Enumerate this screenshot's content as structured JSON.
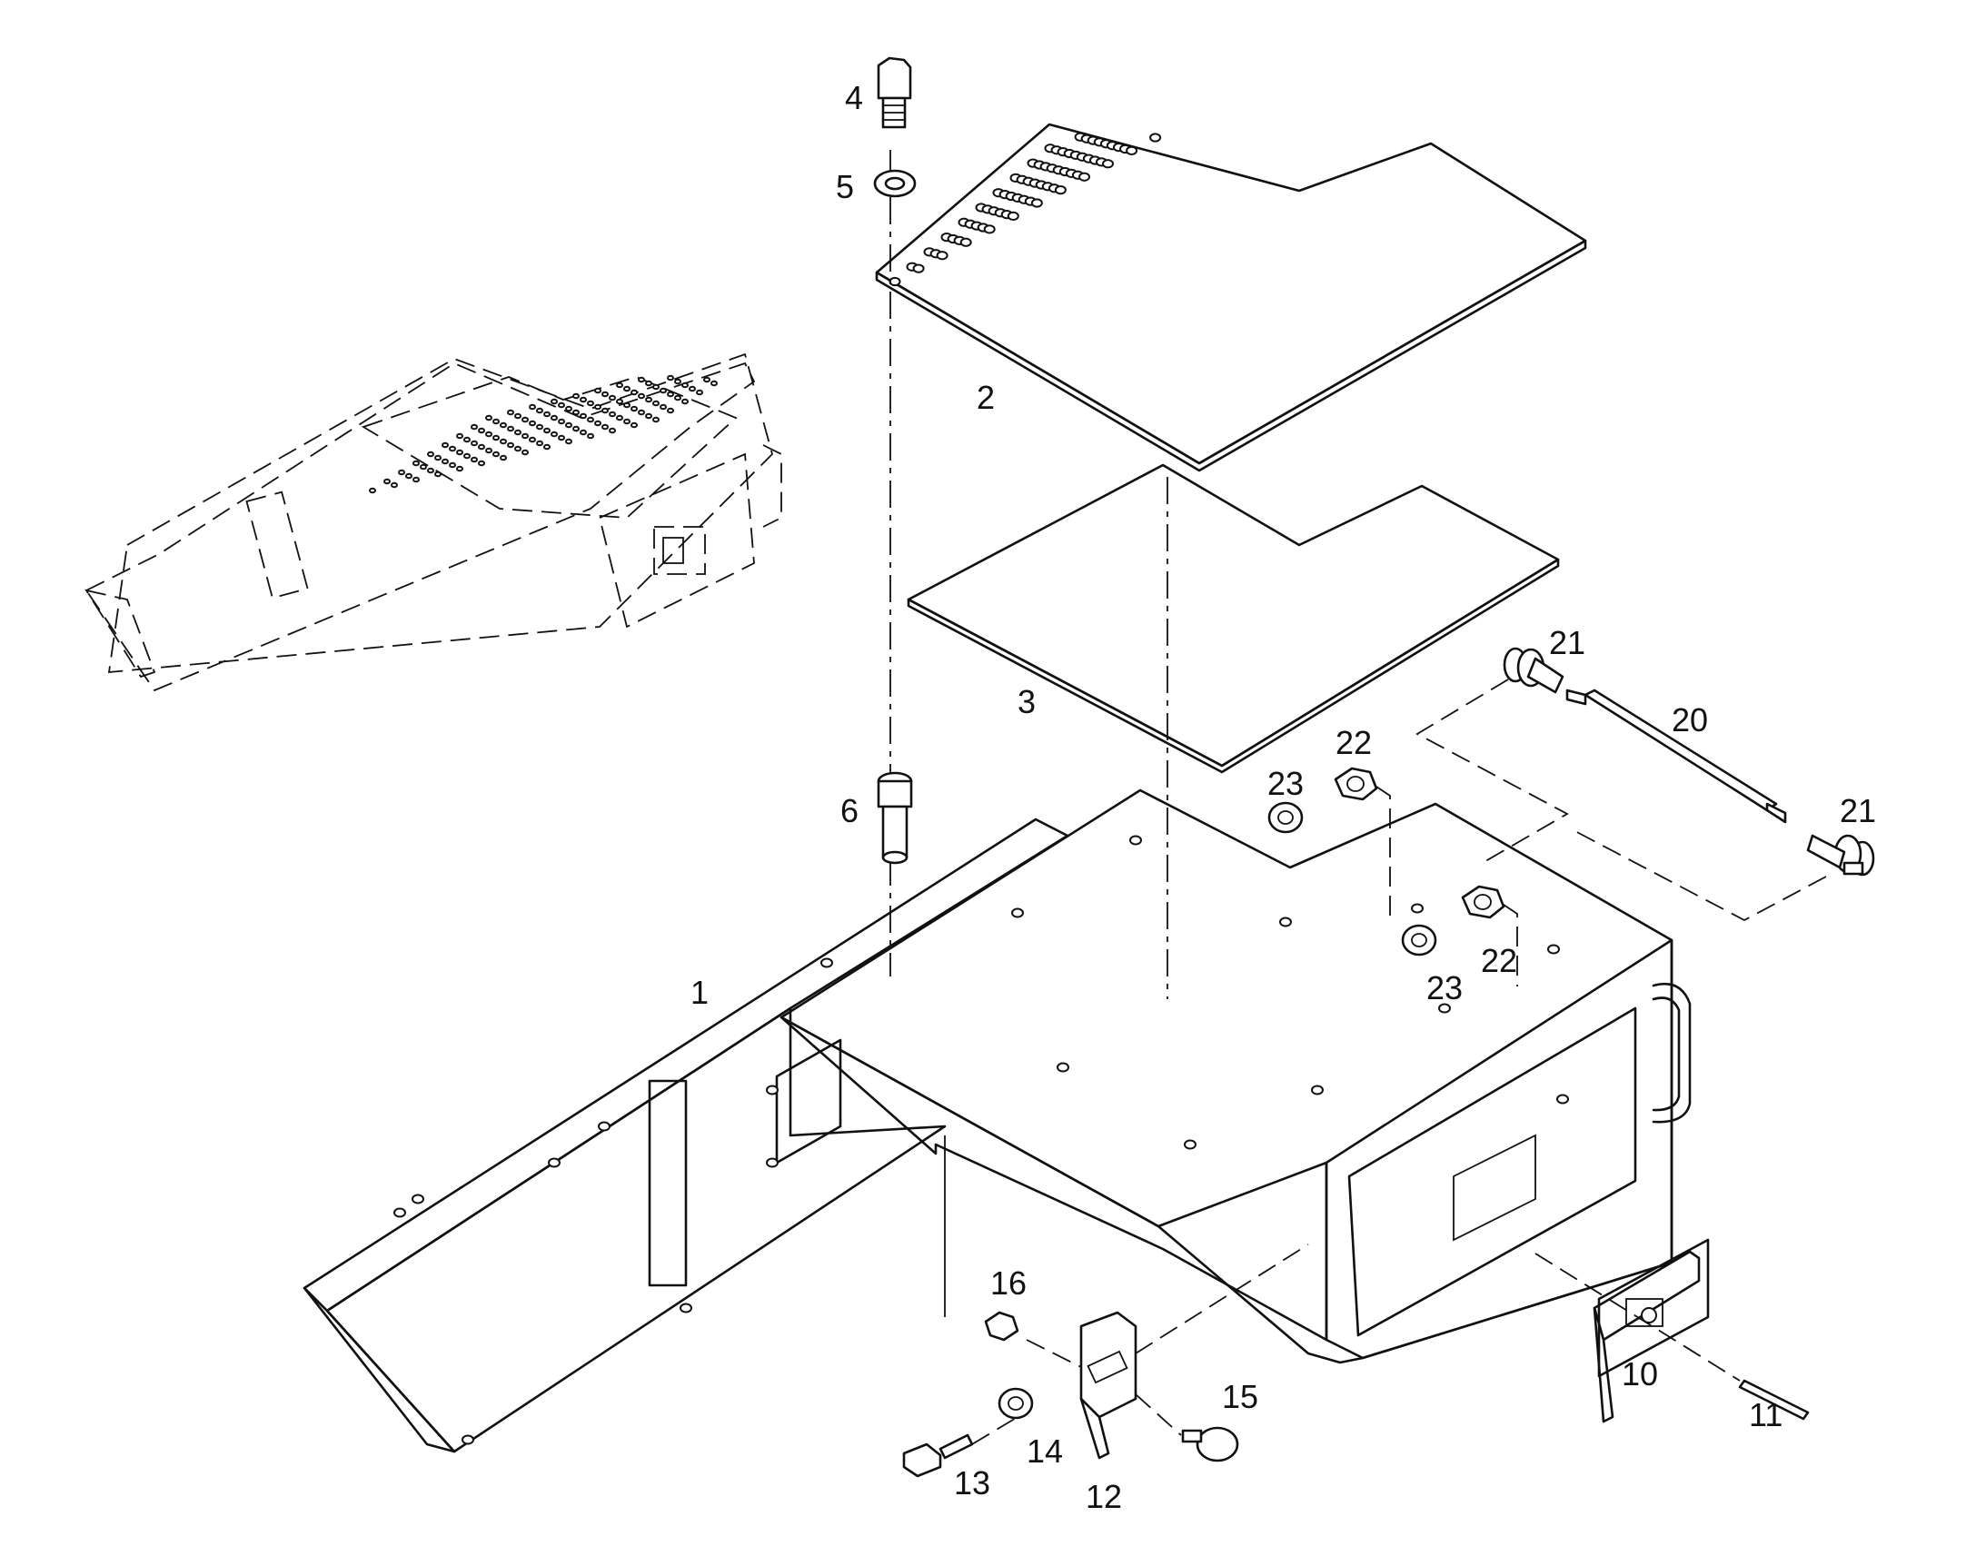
{
  "diagram": {
    "callouts": [
      {
        "id": "1",
        "text": "1"
      },
      {
        "id": "2",
        "text": "2"
      },
      {
        "id": "3",
        "text": "3"
      },
      {
        "id": "4",
        "text": "4"
      },
      {
        "id": "5",
        "text": "5"
      },
      {
        "id": "6",
        "text": "6"
      },
      {
        "id": "10",
        "text": "10"
      },
      {
        "id": "11",
        "text": "11"
      },
      {
        "id": "12",
        "text": "12"
      },
      {
        "id": "13",
        "text": "13"
      },
      {
        "id": "14",
        "text": "14"
      },
      {
        "id": "15",
        "text": "15"
      },
      {
        "id": "16",
        "text": "16"
      },
      {
        "id": "20",
        "text": "20"
      },
      {
        "id": "21a",
        "text": "21"
      },
      {
        "id": "21b",
        "text": "21"
      },
      {
        "id": "22a",
        "text": "22"
      },
      {
        "id": "22b",
        "text": "22"
      },
      {
        "id": "23a",
        "text": "23"
      },
      {
        "id": "23b",
        "text": "23"
      }
    ]
  }
}
